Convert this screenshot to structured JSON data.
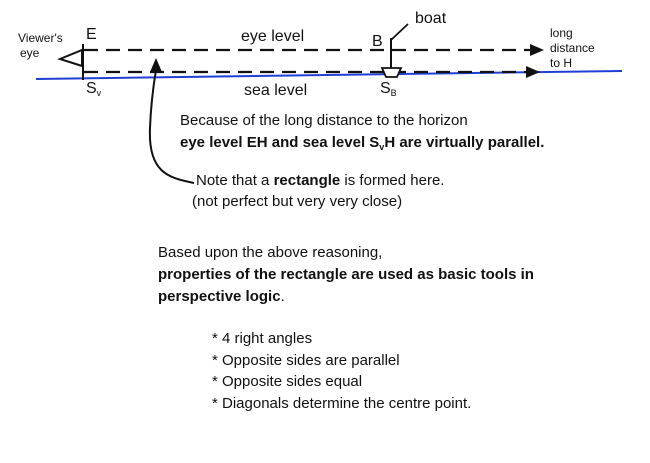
{
  "labels": {
    "viewers_eye_1": "Viewer's",
    "viewers_eye_2": "eye",
    "point_e": "E",
    "point_b": "B",
    "boat": "boat",
    "eye_level": "eye level",
    "sea_level": "sea level",
    "s_v_main": "S",
    "s_v_sub": "v",
    "s_b_main": "S",
    "s_b_sub": "B",
    "long_distance_1": "long",
    "long_distance_2": "distance",
    "long_distance_3": "to H"
  },
  "text": {
    "because": "Because of the long distance to the horizon",
    "parallel_pre": "eye level EH and sea level S",
    "parallel_sub": "v",
    "parallel_post": "H are virtually parallel.",
    "note_pre": "Note that a ",
    "note_bold": "rectangle",
    "note_post": " is formed here.",
    "note_paren": "(not perfect but very very close)",
    "reasoning": "Based upon the above reasoning,",
    "properties_1": "properties of the rectangle are used as basic tools in",
    "properties_2": "perspective logic",
    "properties_2_end": "."
  },
  "properties_list": [
    "* 4 right angles",
    "* Opposite sides are parallel",
    "* Opposite sides equal",
    "* Diagonals determine the centre point."
  ],
  "colors": {
    "sea_line": "#1f3fd6",
    "ink": "#111111"
  }
}
